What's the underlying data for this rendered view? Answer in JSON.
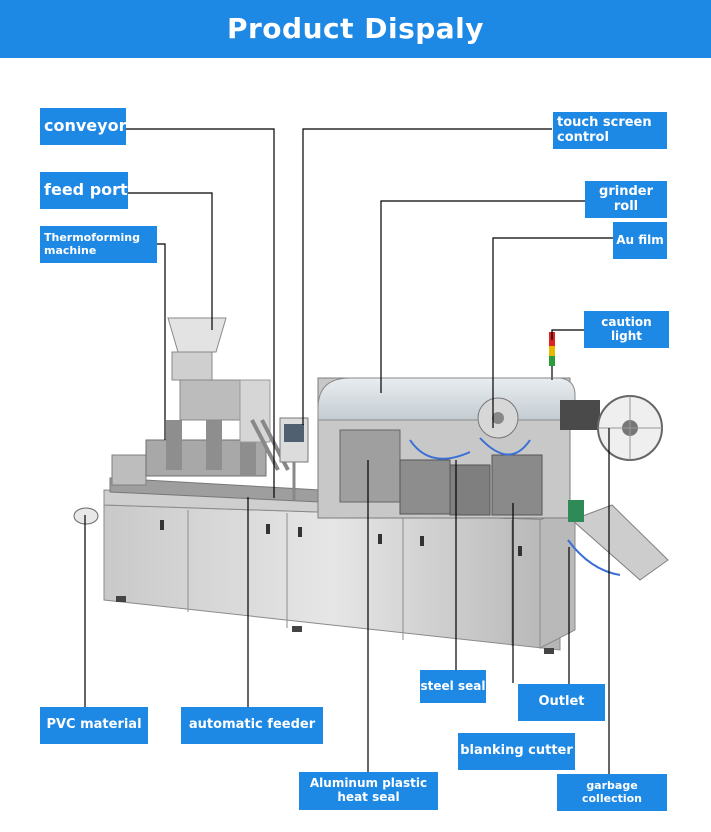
{
  "banner": {
    "title": "Product Dispaly",
    "color": "#1e88e5"
  },
  "labels": {
    "conveyor": "conveyor",
    "feed_port": "feed port",
    "thermoforming": "Thermoforming\nmachine",
    "touch_screen": "touch screen\ncontrol",
    "grinder_roll": "grinder roll",
    "au_film": "Au film",
    "caution_light": "caution light",
    "pvc_material": "PVC material",
    "automatic_feeder": "automatic feeder",
    "steel_seal": "steel seal",
    "outlet": "Outlet",
    "blanking_cutter": "blanking cutter",
    "aluminum_heat_seal": "Aluminum plastic\nheat seal",
    "garbage_collection": "garbage collection"
  }
}
